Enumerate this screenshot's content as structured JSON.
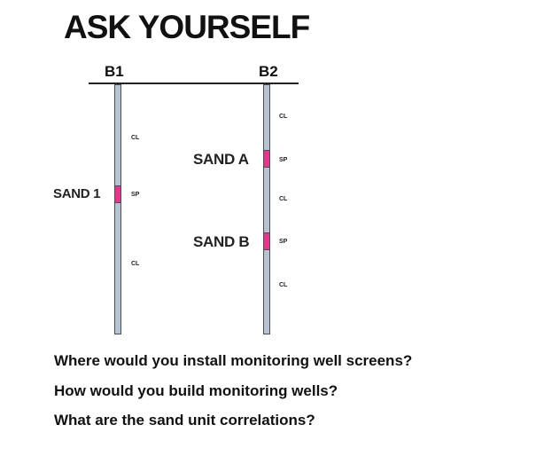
{
  "title": "ASK YOURSELF",
  "borings": [
    {
      "label": "B1",
      "soils": [
        "CL",
        "SP",
        "CL"
      ],
      "sand_label": "SAND 1"
    },
    {
      "label": "B2",
      "soils": [
        "CL",
        "SP",
        "CL",
        "SP",
        "CL"
      ],
      "sand_labels": [
        "SAND A",
        "SAND B"
      ]
    }
  ],
  "questions": [
    "Where would you install monitoring well screens?",
    "How would you build monitoring wells?",
    "What are the sand unit correlations?"
  ],
  "colors": {
    "boring_fill": "#b7c4cf",
    "sand_fill": "#e6358b",
    "outline": "#44505a"
  }
}
